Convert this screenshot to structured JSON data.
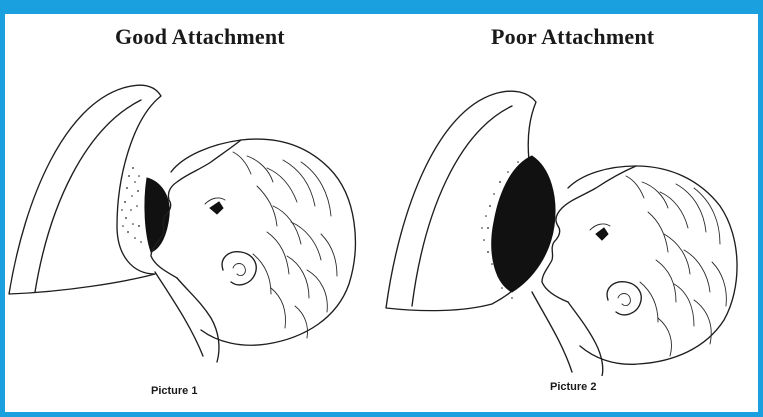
{
  "titles": {
    "left": "Good Attachment",
    "right": "Poor Attachment"
  },
  "captions": {
    "left": "Picture 1",
    "right": "Picture 2"
  },
  "colors": {
    "frame": "#1aa0df",
    "background": "#ffffff",
    "ink": "#1e1e1e"
  }
}
